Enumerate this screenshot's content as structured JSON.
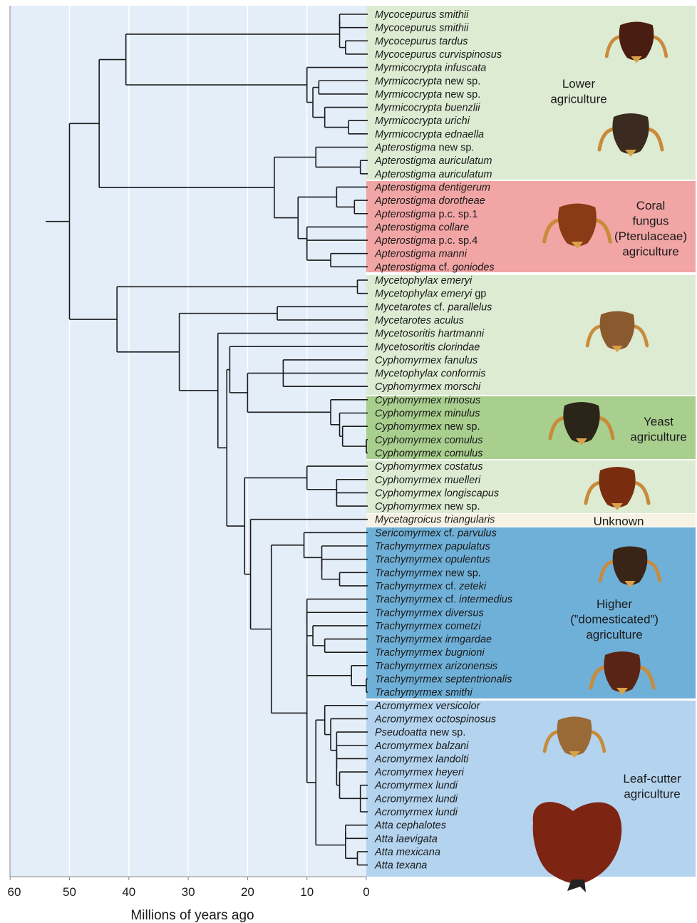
{
  "axis": {
    "title": "Millions of years ago",
    "ticks": [
      "60",
      "50",
      "40",
      "30",
      "20",
      "10",
      "0"
    ],
    "tick_values": [
      60,
      50,
      40,
      30,
      20,
      10,
      0
    ]
  },
  "colors": {
    "plot_bg": "#e4eef9",
    "gridline": "#ffffff",
    "branch": "#1a1a1a",
    "lower": "#dcebd2",
    "coral": "#f2a5a5",
    "yeast": "#a9cf8f",
    "unknown": "#f6f3e4",
    "higher": "#6fb0d8",
    "leafcutter": "#b3d3ee"
  },
  "bands": [
    {
      "id": "lower",
      "label_lines": [
        "Lower",
        "agriculture"
      ]
    },
    {
      "id": "coral",
      "label_lines": [
        "Coral",
        "fungus",
        "(Pterulaceae)",
        "agriculture"
      ]
    },
    {
      "id": "lower2",
      "label_lines": []
    },
    {
      "id": "yeast",
      "label_lines": [
        "Yeast",
        "agriculture"
      ]
    },
    {
      "id": "lower3",
      "label_lines": []
    },
    {
      "id": "unknown",
      "label_lines": [
        "Unknown"
      ]
    },
    {
      "id": "higher",
      "label_lines": [
        "Higher",
        "(”domesticated”)",
        "agriculture"
      ]
    },
    {
      "id": "leafcutter",
      "label_lines": [
        "Leaf-cutter",
        "agriculture"
      ]
    }
  ],
  "ant_heads": [
    {
      "icon": "ant-head-icon"
    },
    {
      "icon": "ant-head-icon"
    },
    {
      "icon": "ant-head-icon"
    },
    {
      "icon": "ant-head-icon"
    },
    {
      "icon": "ant-head-icon"
    },
    {
      "icon": "ant-head-icon"
    },
    {
      "icon": "ant-head-icon"
    },
    {
      "icon": "ant-head-icon"
    },
    {
      "icon": "ant-head-icon"
    }
  ],
  "taxa": [
    {
      "genus": "Mycocepurus smithii",
      "rest": ""
    },
    {
      "genus": "Mycocepurus smithii",
      "rest": ""
    },
    {
      "genus": "Mycocepurus tardus",
      "rest": ""
    },
    {
      "genus": "Mycocepurus curvispinosus",
      "rest": ""
    },
    {
      "genus": "Myrmicocrypta infuscata",
      "rest": ""
    },
    {
      "genus": "Myrmicocrypta",
      "rest": " new sp."
    },
    {
      "genus": "Myrmicocrypta",
      "rest": " new sp."
    },
    {
      "genus": "Myrmicocrypta buenzlii",
      "rest": ""
    },
    {
      "genus": "Myrmicocrypta urichi",
      "rest": ""
    },
    {
      "genus": "Myrmicocrypta ednaella",
      "rest": ""
    },
    {
      "genus": "Apterostigma",
      "rest": " new sp."
    },
    {
      "genus": "Apterostigma auriculatum",
      "rest": ""
    },
    {
      "genus": "Apterostigma auriculatum",
      "rest": ""
    },
    {
      "genus": "Apterostigma dentigerum",
      "rest": ""
    },
    {
      "genus": "Apterostigma dorotheae",
      "rest": ""
    },
    {
      "genus": "Apterostigma",
      "rest": " p.c. sp.1"
    },
    {
      "genus": "Apterostigma collare",
      "rest": ""
    },
    {
      "genus": "Apterostigma",
      "rest": " p.c. sp.4"
    },
    {
      "genus": "Apterostigma manni",
      "rest": ""
    },
    {
      "genus": "Apterostigma",
      "rest": " cf. ",
      "tail": "goniodes"
    },
    {
      "genus": "Mycetophylax emeryi",
      "rest": ""
    },
    {
      "genus": "Mycetophylax emeryi",
      "rest": " gp"
    },
    {
      "genus": "Mycetarotes",
      "rest": " cf. ",
      "tail": "parallelus"
    },
    {
      "genus": "Mycetarotes aculus",
      "rest": ""
    },
    {
      "genus": "Mycetosoritis hartmanni",
      "rest": ""
    },
    {
      "genus": "Mycetosoritis clorindae",
      "rest": ""
    },
    {
      "genus": "Cyphomyrmex fanulus",
      "rest": ""
    },
    {
      "genus": "Mycetophylax conformis",
      "rest": ""
    },
    {
      "genus": "Cyphomyrmex morschi",
      "rest": ""
    },
    {
      "genus": "Cyphomyrmex rimosus",
      "rest": ""
    },
    {
      "genus": "Cyphomyrmex minulus",
      "rest": ""
    },
    {
      "genus": "Cyphomyrmex",
      "rest": " new sp."
    },
    {
      "genus": "Cyphomyrmex comulus",
      "rest": ""
    },
    {
      "genus": "Cyphomyrmex comulus",
      "rest": ""
    },
    {
      "genus": "Cyphomyrmex costatus",
      "rest": ""
    },
    {
      "genus": "Cyphomyrmex muelleri",
      "rest": ""
    },
    {
      "genus": "Cyphomyrmex longiscapus",
      "rest": ""
    },
    {
      "genus": "Cyphomyrmex",
      "rest": " new sp."
    },
    {
      "genus": "Mycetagroicus triangularis",
      "rest": ""
    },
    {
      "genus": "Sericomyrmex",
      "rest": " cf. ",
      "tail": "parvulus"
    },
    {
      "genus": "Trachymyrmex papulatus",
      "rest": ""
    },
    {
      "genus": "Trachymyrmex opulentus",
      "rest": ""
    },
    {
      "genus": "Trachymyrmex",
      "rest": " new sp."
    },
    {
      "genus": "Trachymyrmex",
      "rest": " cf. ",
      "tail": "zeteki"
    },
    {
      "genus": "Trachymyrmex",
      "rest": " cf. ",
      "tail": "intermedius"
    },
    {
      "genus": "Trachymyrmex diversus",
      "rest": ""
    },
    {
      "genus": "Trachymyrmex cometzi",
      "rest": ""
    },
    {
      "genus": "Trachymyrmex irmgardae",
      "rest": ""
    },
    {
      "genus": "Trachymyrmex bugnioni",
      "rest": ""
    },
    {
      "genus": "Trachymyrmex arizonensis",
      "rest": ""
    },
    {
      "genus": "Trachymyrmex septentrionalis",
      "rest": ""
    },
    {
      "genus": "Trachymyrmex smithi",
      "rest": ""
    },
    {
      "genus": "Acromyrmex versicolor",
      "rest": ""
    },
    {
      "genus": "Acromyrmex octospinosus",
      "rest": ""
    },
    {
      "genus": "Pseudoatta",
      "rest": " new sp."
    },
    {
      "genus": "Acromyrmex balzani",
      "rest": ""
    },
    {
      "genus": "Acromyrmex landolti",
      "rest": ""
    },
    {
      "genus": "Acromyrmex heyeri",
      "rest": ""
    },
    {
      "genus": "Acromyrmex lundi",
      "rest": ""
    },
    {
      "genus": "Acromyrmex lundi",
      "rest": ""
    },
    {
      "genus": "Acromyrmex lundi",
      "rest": ""
    },
    {
      "genus": "Atta cephalotes",
      "rest": ""
    },
    {
      "genus": "Atta laevigata",
      "rest": ""
    },
    {
      "genus": "Atta mexicana",
      "rest": ""
    },
    {
      "genus": "Atta texana",
      "rest": ""
    }
  ],
  "tree": {
    "nodes": [
      [
        "n_myc01",
        4.5,
        [
          0,
          1
        ]
      ],
      [
        "n_myc23",
        3.5,
        [
          2,
          3
        ]
      ],
      [
        "n_myc",
        4.5,
        [
          "n_myc01",
          "n_myc23"
        ]
      ],
      [
        "n_my56",
        8,
        [
          5,
          6
        ]
      ],
      [
        "n_my89",
        3,
        [
          8,
          9
        ]
      ],
      [
        "n_my789",
        7,
        [
          7,
          "n_my89"
        ]
      ],
      [
        "n_my5to9",
        9,
        [
          "n_my56",
          "n_my789"
        ]
      ],
      [
        "n_myr",
        10,
        [
          4,
          "n_my5to9"
        ]
      ],
      [
        "n_lowA",
        40.5,
        [
          "n_myc",
          "n_myr"
        ]
      ],
      [
        "n_ap1112",
        1,
        [
          11,
          12
        ]
      ],
      [
        "n_apA",
        8.5,
        [
          10,
          "n_ap1112"
        ]
      ],
      [
        "n_ap1415",
        2,
        [
          14,
          15
        ]
      ],
      [
        "n_ap1315",
        5,
        [
          13,
          "n_ap1415"
        ]
      ],
      [
        "n_ap1819",
        6,
        [
          18,
          19
        ]
      ],
      [
        "n_ap1719",
        10,
        [
          17,
          "n_ap1819"
        ]
      ],
      [
        "n_ap1619",
        10,
        [
          16,
          "n_ap1719"
        ]
      ],
      [
        "n_apB",
        11.5,
        [
          "n_ap1315",
          "n_ap1619"
        ]
      ],
      [
        "n_ap",
        15.5,
        [
          "n_apA",
          "n_apB"
        ]
      ],
      [
        "n_lower",
        45,
        [
          "n_lowA",
          "n_ap"
        ]
      ],
      [
        "n_me2021",
        1.5,
        [
          20,
          21
        ]
      ],
      [
        "n_me2223",
        15,
        [
          22,
          23
        ]
      ],
      [
        "n_cy2628",
        14,
        [
          26,
          27,
          28
        ]
      ],
      [
        "n_cy3233",
        0,
        [
          32,
          33
        ]
      ],
      [
        "n_cy3133",
        4,
        [
          31,
          "n_cy3233"
        ]
      ],
      [
        "n_cy3033",
        4.5,
        [
          30,
          "n_cy3133"
        ]
      ],
      [
        "n_cy2933",
        6,
        [
          29,
          "n_cy3033"
        ]
      ],
      [
        "n_cy2633",
        20,
        [
          "n_cy2628",
          "n_cy2933"
        ]
      ],
      [
        "n_cy2533",
        23,
        [
          25,
          "n_cy2633"
        ]
      ],
      [
        "n_cy3637",
        5,
        [
          36,
          37
        ]
      ],
      [
        "n_cy3537",
        5,
        [
          35,
          "n_cy3637"
        ]
      ],
      [
        "n_cy3437",
        10,
        [
          34,
          "n_cy3537"
        ]
      ],
      [
        "n_tr4243",
        4.5,
        [
          42,
          43
        ]
      ],
      [
        "n_tr4143",
        7.5,
        [
          41,
          "n_tr4243"
        ]
      ],
      [
        "n_tr4043",
        7.5,
        [
          40,
          "n_tr4143"
        ]
      ],
      [
        "n_tr3943",
        10.5,
        [
          39,
          "n_tr4043"
        ]
      ],
      [
        "n_tr4748",
        7,
        [
          47,
          48
        ]
      ],
      [
        "n_tr4648",
        9,
        [
          46,
          "n_tr4748"
        ]
      ],
      [
        "n_tr4548",
        10,
        [
          45,
          "n_tr4648"
        ]
      ],
      [
        "n_tr4448",
        10,
        [
          44,
          "n_tr4548"
        ]
      ],
      [
        "n_tr5051",
        0,
        [
          50,
          51
        ]
      ],
      [
        "n_tr4951",
        2.5,
        [
          49,
          "n_tr5051"
        ]
      ],
      [
        "n_tr4451",
        10,
        [
          "n_tr4448",
          "n_tr4951"
        ]
      ],
      [
        "n_ac5556",
        5,
        [
          55,
          56
        ]
      ],
      [
        "n_ac5860",
        1,
        [
          58,
          59,
          60
        ]
      ],
      [
        "n_ac5760",
        4.5,
        [
          57,
          "n_ac5860"
        ]
      ],
      [
        "n_ac5560",
        5,
        [
          "n_ac5556",
          "n_ac5760"
        ]
      ],
      [
        "n_ac5460",
        5,
        [
          54,
          "n_ac5560"
        ]
      ],
      [
        "n_ac5360",
        6,
        [
          53,
          "n_ac5460"
        ]
      ],
      [
        "n_ac5260",
        7,
        [
          52,
          "n_ac5360"
        ]
      ],
      [
        "n_at6162",
        3.5,
        [
          61,
          62
        ]
      ],
      [
        "n_at6364",
        1.5,
        [
          63,
          64
        ]
      ],
      [
        "n_at",
        3.5,
        [
          "n_at6162",
          "n_at6364"
        ]
      ],
      [
        "n_leaf",
        8.5,
        [
          "n_ac5260",
          "n_at"
        ]
      ],
      [
        "n_hiB",
        10,
        [
          "n_tr4451",
          "n_leaf"
        ]
      ],
      [
        "n_hi",
        16,
        [
          "n_tr3943",
          "n_hiB"
        ]
      ],
      [
        "n_hi38",
        19.5,
        [
          38,
          "n_hi"
        ]
      ],
      [
        "n_hi34",
        20.5,
        [
          "n_cy3437",
          "n_hi38"
        ]
      ],
      [
        "n_core",
        23.5,
        [
          "n_cy2533",
          "n_hi34"
        ]
      ],
      [
        "n_core24",
        25,
        [
          24,
          "n_core"
        ]
      ],
      [
        "n_me2233",
        31.5,
        [
          "n_me2223",
          "n_core24"
        ]
      ],
      [
        "n_me",
        42,
        [
          "n_me2021",
          "n_me2233"
        ]
      ],
      [
        "n_root",
        50,
        [
          "n_lower",
          "n_me"
        ]
      ]
    ],
    "root_stub_age": 54
  }
}
